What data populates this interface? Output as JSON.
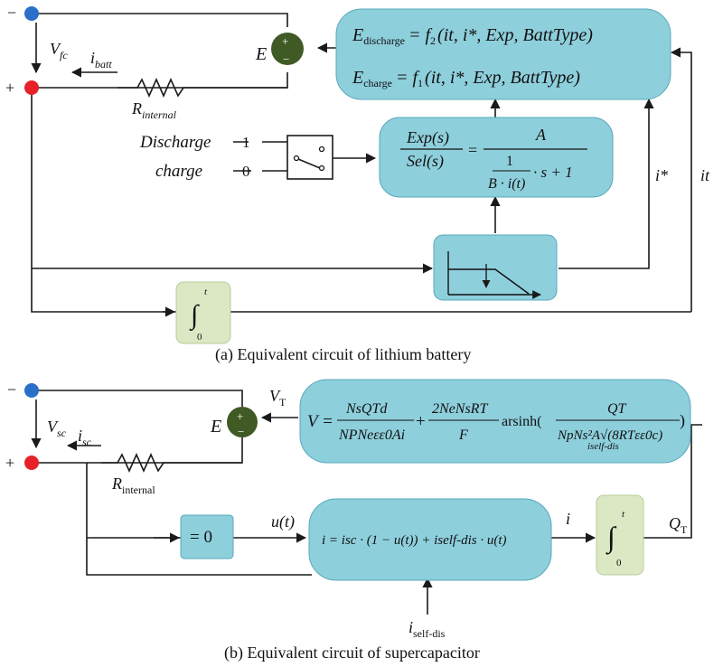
{
  "battery": {
    "caption": "(a) Equivalent circuit of lithium battery",
    "source_label": "E",
    "plus": "+",
    "minus": "−",
    "v_label": "V",
    "v_sub": "fc",
    "i_label": "i",
    "i_sub": "batt",
    "r_label": "R",
    "r_sub": "internal",
    "eq_discharge": "E",
    "eq_discharge_sub": "discharge",
    "eq_discharge_rhs": "= f",
    "eq_discharge_fsub": "2",
    "eq_discharge_args": "(it, i*, Exp, BattType)",
    "eq_charge": "E",
    "eq_charge_sub": "charge",
    "eq_charge_rhs": "= f",
    "eq_charge_fsub": "1",
    "eq_charge_args": "(it, i*, Exp, BattType)",
    "switch_top_label": "Discharge",
    "switch_top_value": "1",
    "switch_bottom_label": "charge",
    "switch_bottom_value": "0",
    "tf_num": "Exp(s)",
    "tf_den": "Sel(s)",
    "tf_rhs_num": "A",
    "tf_rhs_inner_num": "1",
    "tf_rhs_inner_den": "B · i(t)",
    "tf_rhs_tail": "· s + 1",
    "istar_label": "i*",
    "it_label": "it",
    "integral_upper": "t",
    "integral_lower": "0"
  },
  "supercap": {
    "caption": "(b) Equivalent circuit of supercapacitor",
    "source_label": "E",
    "plus": "+",
    "minus": "−",
    "vt_label": "V",
    "vt_sub": "T",
    "v_label": "V",
    "v_sub": "sc",
    "i_label": "i",
    "i_sub": "sc",
    "r_label": "R",
    "r_sub": "internal",
    "eq_v": "V =",
    "eq_t1_num": "NsQTd",
    "eq_t1_den": "NPNeεε0Ai",
    "eq_plus": "+",
    "eq_t2_num": "2NeNsRT",
    "eq_t2_den": "F",
    "eq_asinh": "arsinh(",
    "eq_t3_num": "QT",
    "eq_t3_den": "NpNs²A√(8RTεε0c)",
    "eq_close": ")",
    "eq_t3_overlap": "iself-dis",
    "zero_block": "= 0",
    "u_label": "u(t)",
    "i_eq": "i = isc · (1 − u(t)) + iself-dis · u(t)",
    "i_out_label": "i",
    "qt_label": "Q",
    "qt_sub": "T",
    "iself_label": "i",
    "iself_sub": "self-dis",
    "integral_upper": "t",
    "integral_lower": "0"
  },
  "colors": {
    "block": "#8ecfdc",
    "integrator": "#dce8c4",
    "source": "#3f5a24",
    "terminal_plus": "#e8202a",
    "terminal_minus": "#2a6fc9"
  }
}
